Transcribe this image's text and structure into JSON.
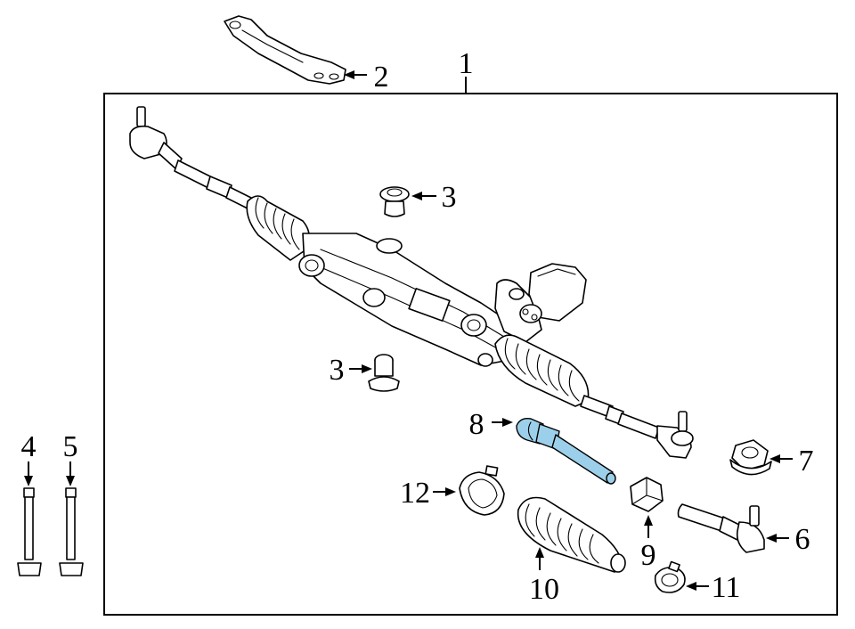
{
  "callouts": {
    "c1": "1",
    "c2": "2",
    "c3a": "3",
    "c3b": "3",
    "c4": "4",
    "c5": "5",
    "c6": "6",
    "c7": "7",
    "c8": "8",
    "c9": "9",
    "c10": "10",
    "c11": "11",
    "c12": "12"
  },
  "colors": {
    "highlight": "#9cd0ea",
    "line": "#000000",
    "background": "#ffffff"
  }
}
